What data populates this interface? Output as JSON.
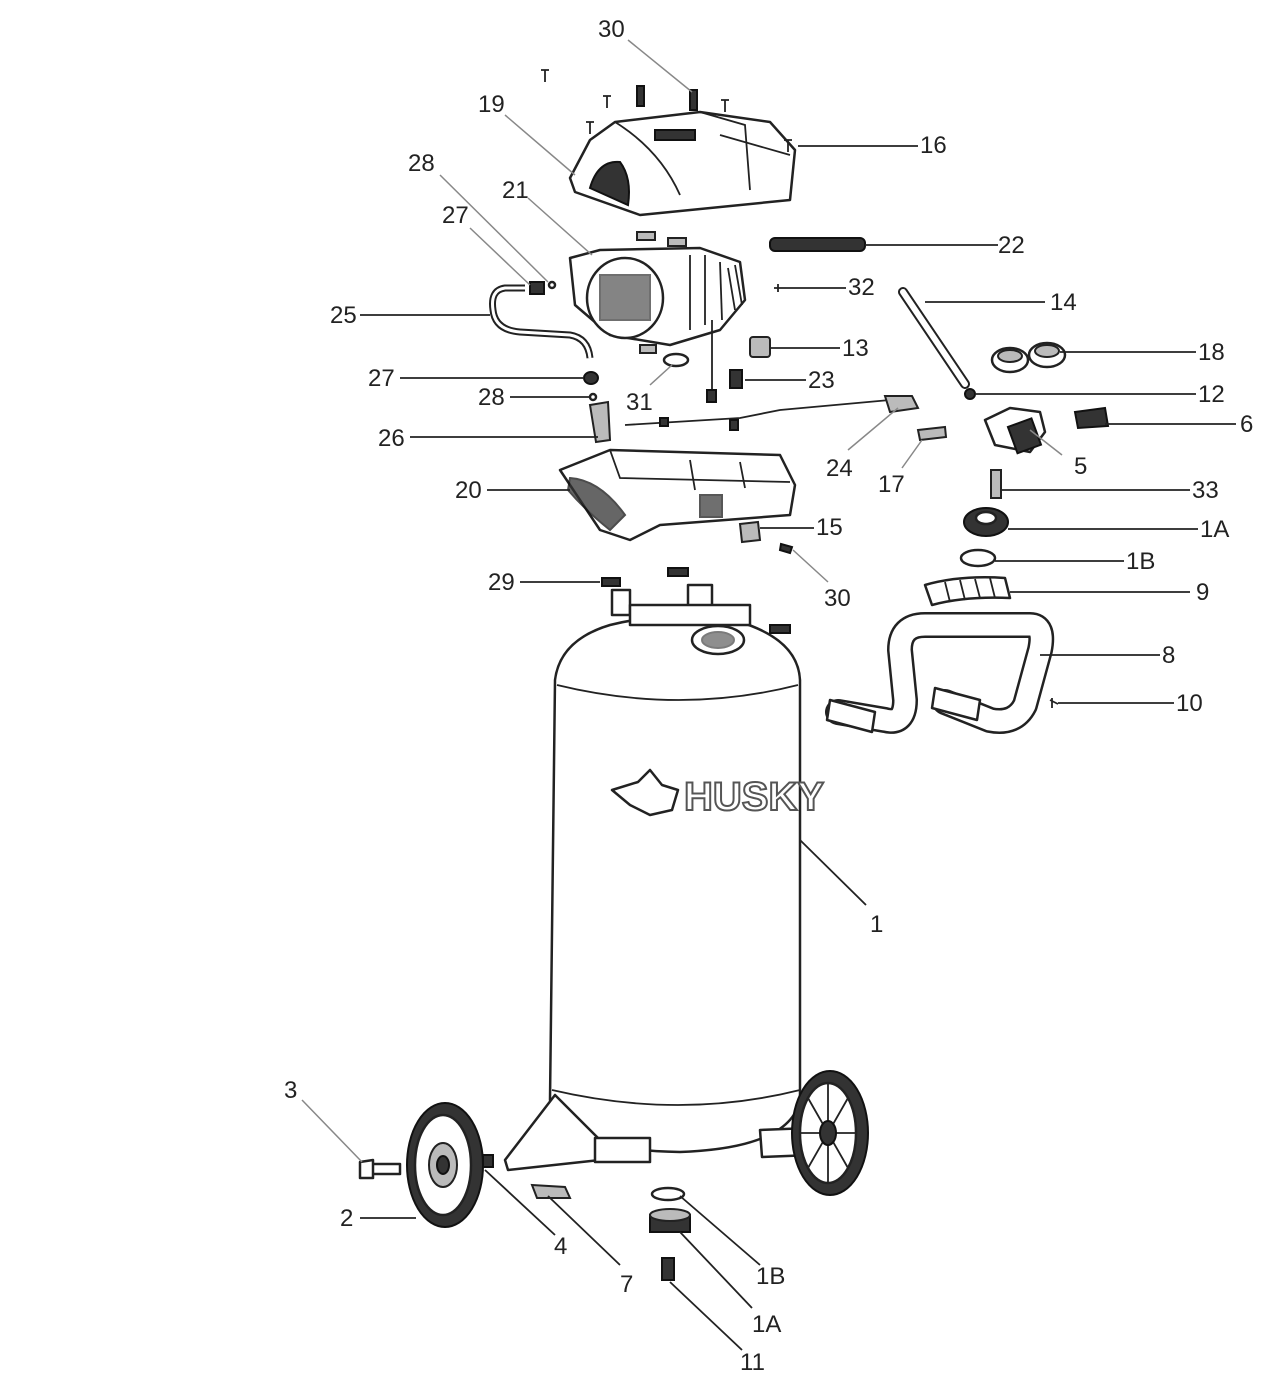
{
  "diagram": {
    "brand_text": "HUSKY",
    "labels": {
      "l30a": "30",
      "l19": "19",
      "l16": "16",
      "l28a": "28",
      "l21": "21",
      "l27a": "27",
      "l22": "22",
      "l32": "32",
      "l25": "25",
      "l14": "14",
      "l13": "13",
      "l18": "18",
      "l27b": "27",
      "l23": "23",
      "l28b": "28",
      "l31": "31",
      "l12": "12",
      "l26": "26",
      "l6": "6",
      "l5": "5",
      "l24": "24",
      "l17": "17",
      "l20": "20",
      "l33": "33",
      "l1Aa": "1A",
      "l15": "15",
      "l1Ba": "1B",
      "l29": "29",
      "l30b": "30",
      "l9": "9",
      "l8": "8",
      "l10": "10",
      "l1": "1",
      "l3": "3",
      "l2": "2",
      "l4": "4",
      "l7": "7",
      "l1Bb": "1B",
      "l1Ab": "1A",
      "l11": "11"
    }
  }
}
